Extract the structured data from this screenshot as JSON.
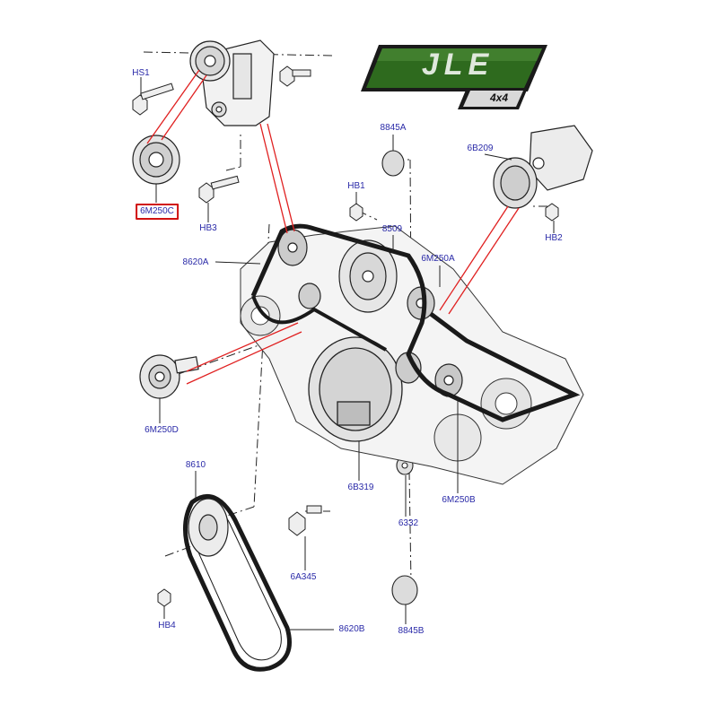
{
  "logo": {
    "text": "JLE",
    "badge": "4x4",
    "colors": {
      "green": "#2e6a1e",
      "dark": "#1a1a1a",
      "silver": "#d9d9d9"
    }
  },
  "labels": {
    "hs1": "HS1",
    "p6m250c": "6M250C",
    "hb3": "HB3",
    "p8845a": "8845A",
    "p6b209": "6B209",
    "hb1": "HB1",
    "hb2": "HB2",
    "p8509": "8509",
    "p8620a": "8620A",
    "p6m250a": "6M250A",
    "p6m250d": "6M250D",
    "p8610": "8610",
    "p6b319": "6B319",
    "p6m250b": "6M250B",
    "p6332": "6332",
    "p6a345": "6A345",
    "hb4": "HB4",
    "p8620b": "8620B",
    "p8845b": "8845B"
  },
  "colors": {
    "label": "#2a2aa8",
    "highlight": "#d01010",
    "callout": "#e02020",
    "line": "#222222"
  }
}
